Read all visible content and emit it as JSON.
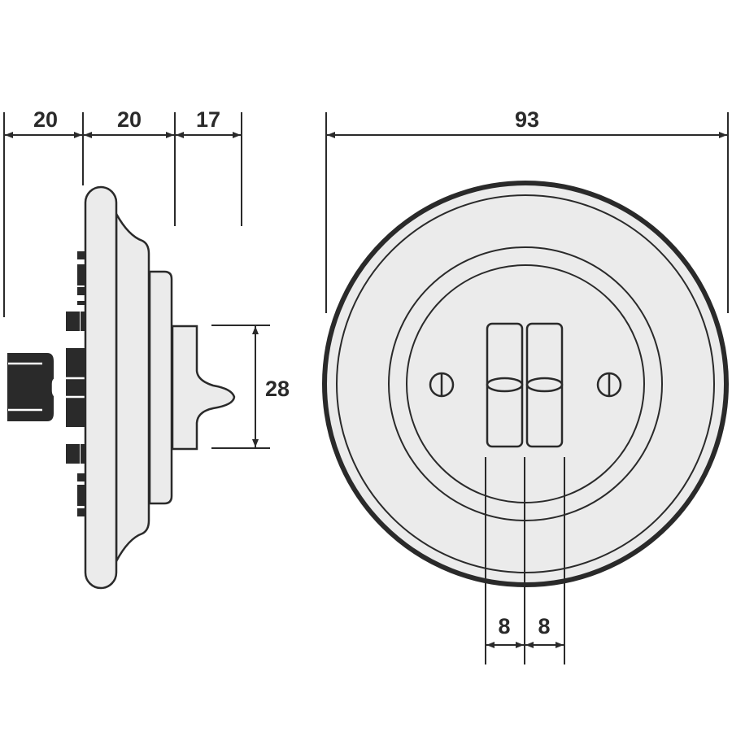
{
  "side_view": {
    "dimensions": {
      "depth_back": "20",
      "depth_plate": "20",
      "depth_rocker": "17",
      "rocker_height": "28"
    }
  },
  "front_view": {
    "dimensions": {
      "diameter": "93",
      "rocker_width_left": "8",
      "rocker_width_right": "8"
    }
  },
  "colors": {
    "line": "#2a2a2a",
    "fill": "#ebebeb",
    "background": "#ffffff"
  }
}
